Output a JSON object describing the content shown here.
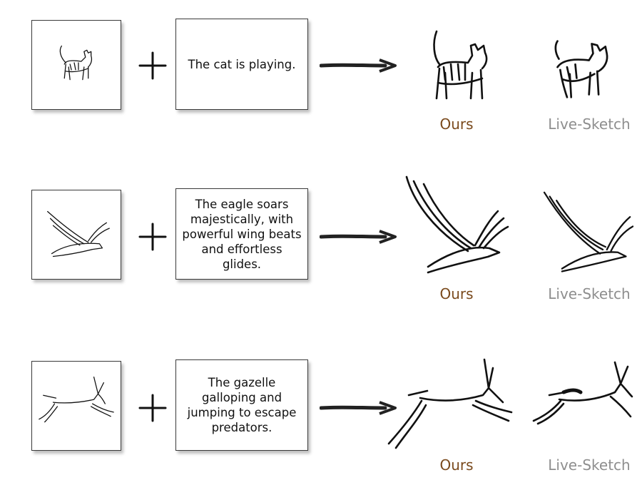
{
  "rows": [
    {
      "input_sketch": "cat-sketch",
      "prompt": "The cat is playing.",
      "output_labels": {
        "ours": "Ours",
        "baseline": "Live-Sketch"
      }
    },
    {
      "input_sketch": "eagle-sketch",
      "prompt": "The eagle soars majestically, with powerful wing beats and effortless glides.",
      "output_labels": {
        "ours": "Ours",
        "baseline": "Live-Sketch"
      }
    },
    {
      "input_sketch": "gazelle-sketch",
      "prompt": "The gazelle galloping and jumping to escape predators.",
      "output_labels": {
        "ours": "Ours",
        "baseline": "Live-Sketch"
      }
    }
  ],
  "colors": {
    "ours_label": "#7a4a1d",
    "baseline_label": "#8e8e8e",
    "ink": "#111111"
  },
  "icons": {
    "operator": "plus-icon",
    "flow": "right-arrow-icon"
  }
}
